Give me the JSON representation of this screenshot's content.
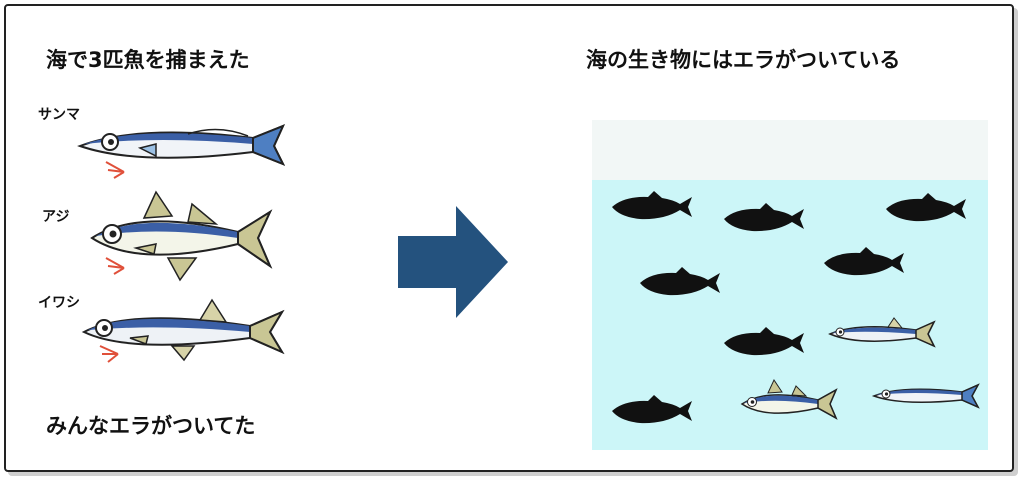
{
  "left_panel": {
    "title": "海で3匹魚を捕まえた",
    "fish": [
      {
        "label": "サンマ",
        "icon": "saury-icon"
      },
      {
        "label": "アジ",
        "icon": "horse-mackerel-icon"
      },
      {
        "label": "イワシ",
        "icon": "sardine-icon"
      }
    ],
    "conclusion": "みんなエラがついてた"
  },
  "right_panel": {
    "title": "海の生き物にはエラがついている"
  },
  "colors": {
    "arrow": "#24527e",
    "water": "#ccf6f8",
    "fish_back": "#3b5fa6",
    "gill_mark": "#e0503a"
  }
}
